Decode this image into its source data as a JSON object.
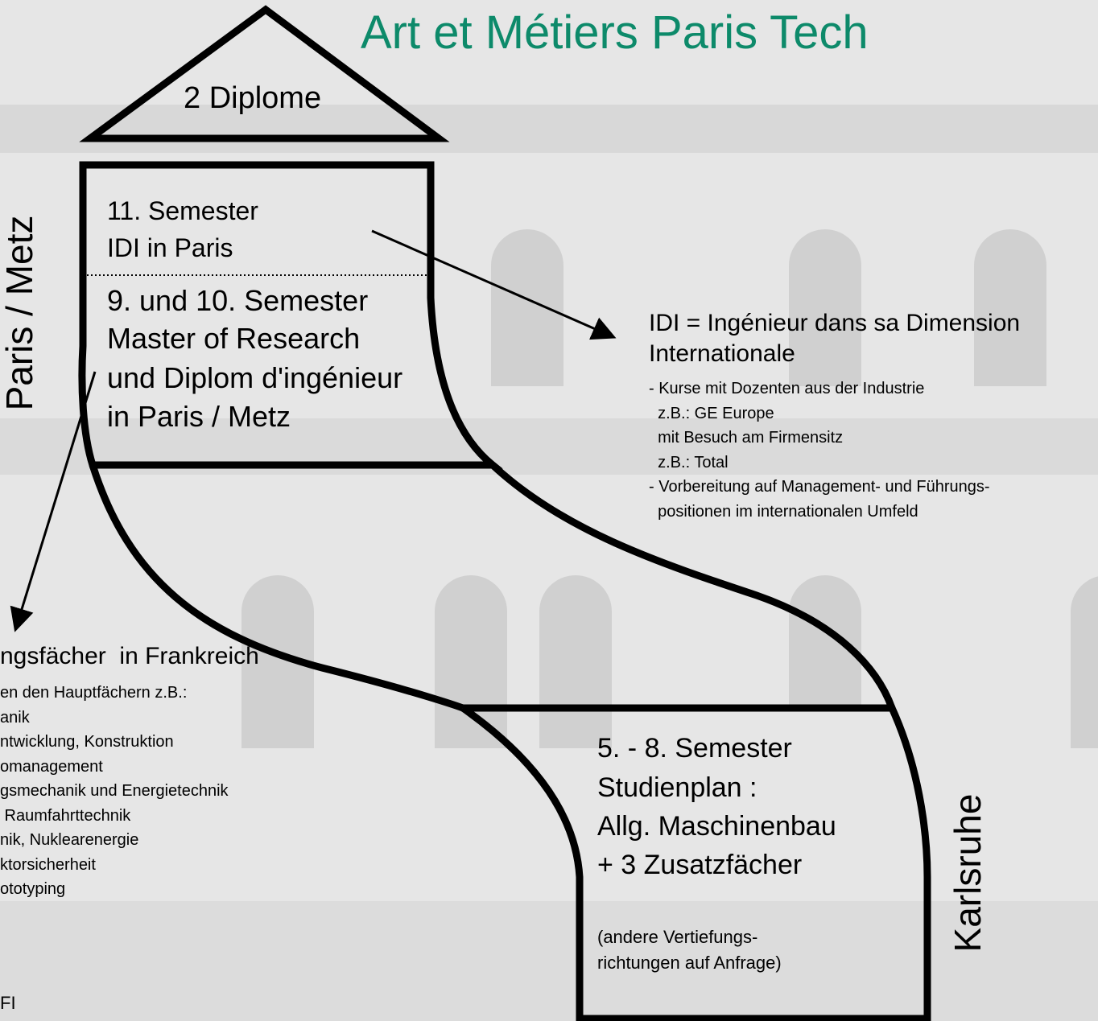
{
  "title": "Art et Métiers Paris Tech",
  "roof_label": "2 Diplome",
  "top_block": {
    "line1": "11. Semester",
    "line2": "IDI in Paris",
    "line3": "9. und 10. Semester",
    "line4": "Master of Research",
    "line5": "und Diplom d'ingénieur",
    "line6": "in Paris / Metz"
  },
  "side_labels": {
    "left": "Paris / Metz",
    "right": "Karlsruhe"
  },
  "idi": {
    "heading1": "IDI = Ingénieur dans sa Dimension",
    "heading2": "Internationale",
    "items": [
      "- Kurse mit Dozenten aus der Industrie",
      "  z.B.: GE Europe",
      "  mit Besuch am Firmensitz",
      "  z.B.: Total",
      "- Vorbereitung auf Management- und Führungs-",
      "  positionen im internationalen Umfeld"
    ]
  },
  "bottom_block": {
    "line1": "5. - 8. Semester",
    "line2": "Studienplan :",
    "line3": "Allg. Maschinenbau",
    "line4": "+ 3 Zusatzfächer",
    "note1": "(andere Vertiefungs-",
    "note2": "richtungen auf Anfrage)"
  },
  "france": {
    "heading": "ngsfächer  in Frankreich",
    "items": [
      "en den Hauptfächern z.B.:",
      "anik",
      "ntwicklung, Konstruktion",
      "omanagement",
      "gsmechanik und Energietechnik",
      " Raumfahrttechnik",
      "nik, Nuklearenergie",
      "ktorsicherheit",
      "ototyping"
    ],
    "footer": "FI"
  },
  "colors": {
    "title": "#0d8a6a",
    "background": "#e9e9e9",
    "outline": "#000000"
  }
}
